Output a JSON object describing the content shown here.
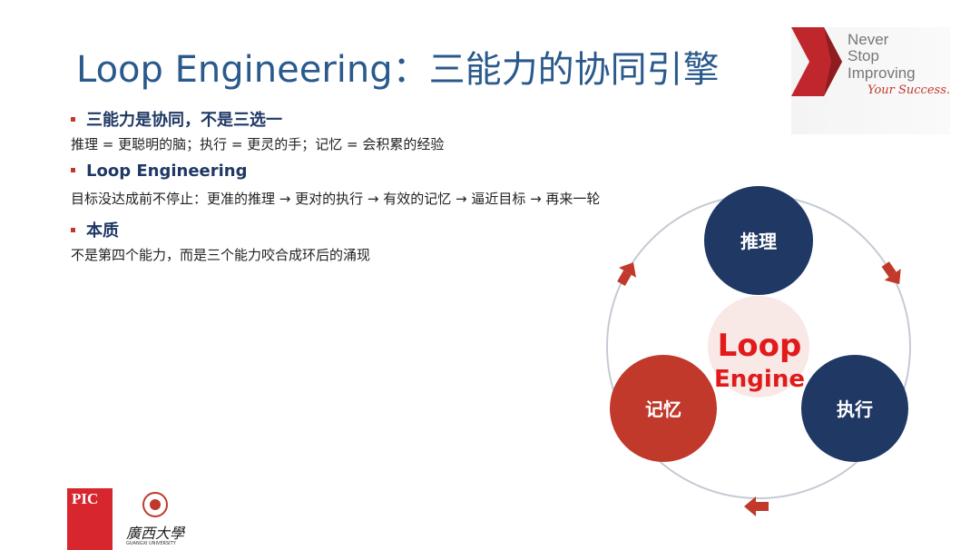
{
  "title": "Loop Engineering：三能力的协同引擎",
  "points": [
    {
      "heading": "三能力是协同，不是三选一",
      "text": "推理 = 更聪明的脑；执行 = 更灵的手；记忆 = 会积累的经验"
    },
    {
      "heading": "Loop Engineering",
      "text": "目标没达成前不停止：更准的推理 → 更对的执行 → 有效的记忆 → 逼近目标 → 再来一轮"
    },
    {
      "heading": "本质",
      "text": "不是第四个能力，而是三个能力咬合成环后的涌现"
    }
  ],
  "brand": {
    "line1": "Never",
    "line2": "Stop",
    "line3": "Improving",
    "script": "Your Success."
  },
  "diagram": {
    "center_line1": "Loop",
    "center_line2": "Engine",
    "node_top": "推理",
    "node_right": "执行",
    "node_left": "记忆",
    "colors": {
      "navy": "#1f3864",
      "red": "#c0392b",
      "center_bg": "#f8e8e6",
      "ring": "#c5cad3"
    }
  },
  "footer": {
    "logo_pic": "PIC",
    "university_calligraphy": "廣西大學",
    "university_en": "GUANGXI UNIVERSITY"
  }
}
